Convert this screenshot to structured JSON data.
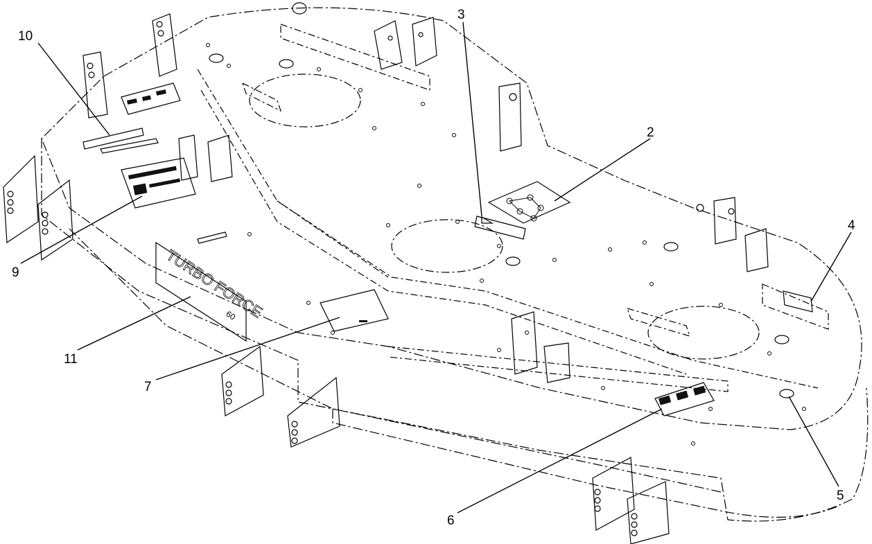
{
  "callouts": [
    {
      "id": "1",
      "label": "2"
    },
    {
      "id": "2",
      "label": "3"
    },
    {
      "id": "3",
      "label": "4"
    },
    {
      "id": "4",
      "label": "5"
    },
    {
      "id": "5",
      "label": "6"
    },
    {
      "id": "6",
      "label": "7"
    },
    {
      "id": "7",
      "label": "9"
    },
    {
      "id": "8",
      "label": "10"
    },
    {
      "id": "9",
      "label": "11"
    }
  ],
  "deck_badge": {
    "line1": "TURBO  FORCE",
    "line2": "60"
  }
}
